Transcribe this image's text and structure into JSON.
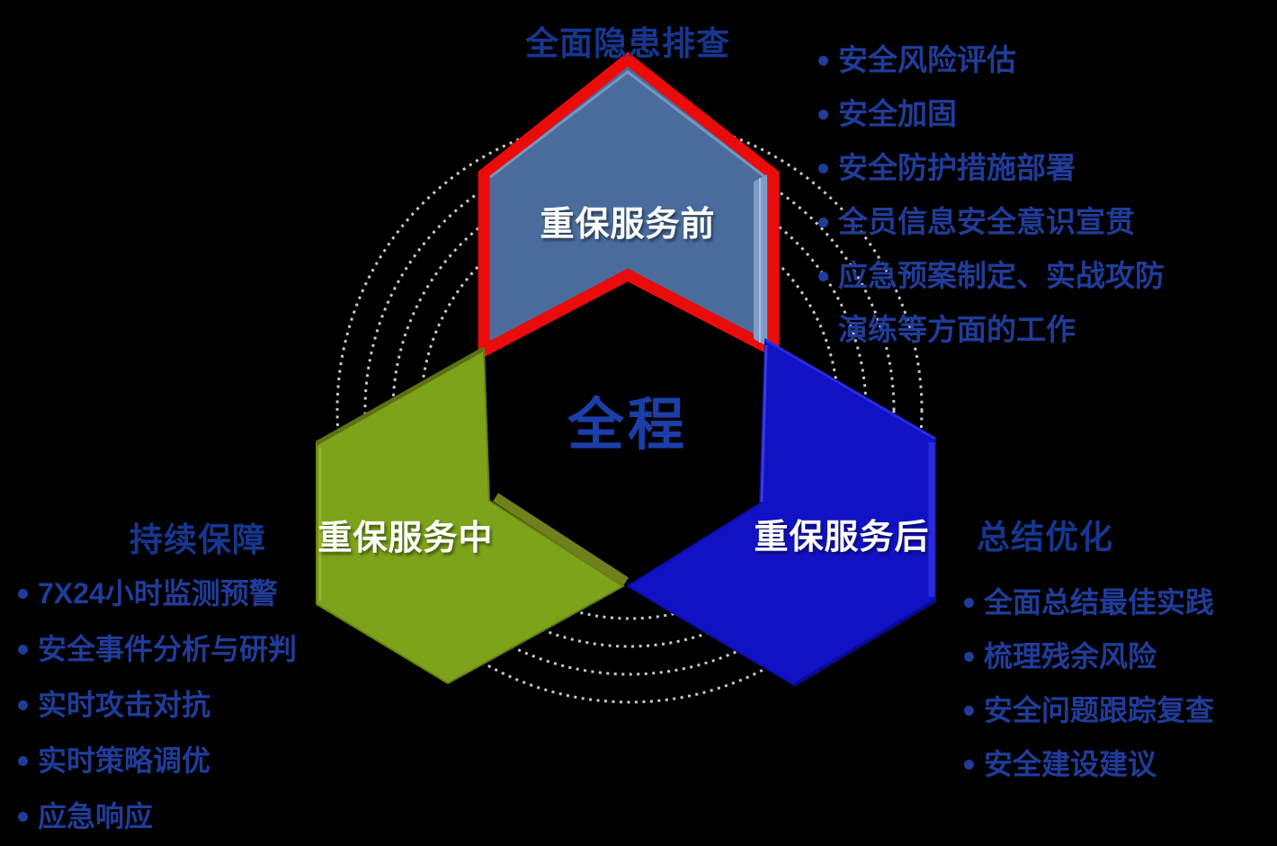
{
  "diagram": {
    "center_label": "全程",
    "phases": [
      {
        "id": "before",
        "label": "重保服务前",
        "title": "全面隐患排查",
        "items": [
          "安全风险评估",
          "安全加固",
          "安全防护措施部署",
          "全员信息安全意识宣贯",
          "应急预案制定、实战攻防演练等方面的工作"
        ]
      },
      {
        "id": "during",
        "label": "重保服务中",
        "title": "持续保障",
        "items": [
          "7X24小时监测预警",
          "安全事件分析与研判",
          "实时攻击对抗",
          "实时策略调优",
          "应急响应"
        ]
      },
      {
        "id": "after",
        "label": "重保服务后",
        "title": "总结优化",
        "items": [
          "全面总结最佳实践",
          "梳理残余风险",
          "安全问题跟踪复查",
          "安全建设建议"
        ]
      }
    ]
  },
  "colors": {
    "background": "#000000",
    "chevron_before_fill": "#4A6C9C",
    "chevron_before_highlight": "#7E9CC7",
    "chevron_before_border": "#EA0B0B",
    "chevron_during_fill": "#7CA31A",
    "chevron_during_side": "#6F801C",
    "chevron_during_crease": "#5E7013",
    "chevron_after_fill": "#1112C6",
    "chevron_after_highlight": "#2A2ADF",
    "title_text": "#16368F",
    "list_text": "#203C99",
    "center_text": "#1B3EA8",
    "label_text": "#FFFFFF",
    "dotted_circle": "#DCD9D3"
  }
}
